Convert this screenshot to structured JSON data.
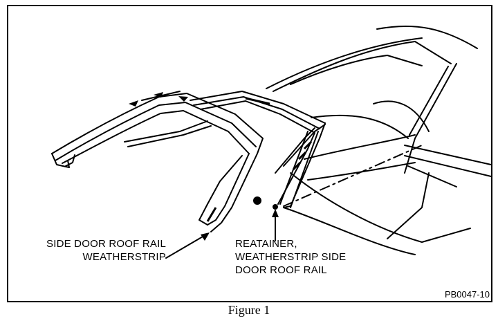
{
  "labels": {
    "left": [
      "SIDE DOOR ROOF RAIL",
      "WEATHERSTRIP"
    ],
    "right": [
      "REATAINER,",
      "WEATHERSTRIP SIDE",
      "DOOR ROOF RAIL"
    ]
  },
  "figure_code": "PB0047-10",
  "caption": "Figure 1"
}
